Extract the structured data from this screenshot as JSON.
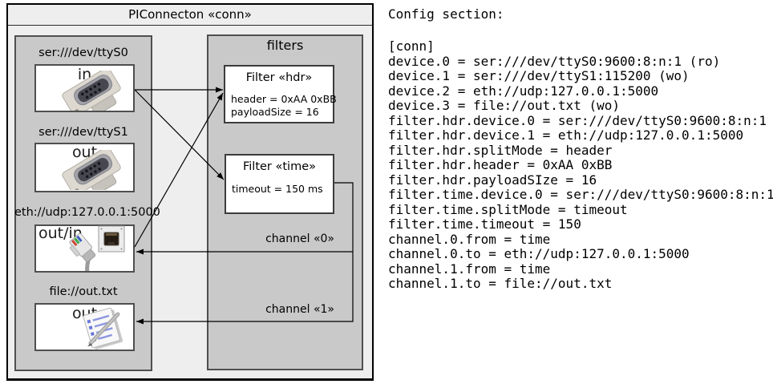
{
  "diagram": {
    "title": "PIConnecton «conn»",
    "devices_panel": {
      "devices": [
        {
          "label": "ser:///dev/ttyS0",
          "direction": "in",
          "icon": "serial-connector-icon"
        },
        {
          "label": "ser:///dev/ttyS1",
          "direction": "out",
          "icon": "serial-connector-icon"
        },
        {
          "label": "eth://udp:127.0.0.1:5000",
          "direction": "out/in",
          "icon": "ethernet-connector-icon"
        },
        {
          "label": "file://out.txt",
          "direction": "out",
          "icon": "notepad-icon"
        }
      ]
    },
    "filters_panel": {
      "title": "filters",
      "filters": [
        {
          "title": "Filter «hdr»",
          "properties": [
            "header = 0xAA 0xBB",
            "payloadSize = 16"
          ]
        },
        {
          "title": "Filter «time»",
          "properties": [
            "timeout = 150 ms"
          ]
        }
      ]
    },
    "channels": [
      {
        "label": "channel «0»"
      },
      {
        "label": "channel «1»"
      }
    ],
    "colors": {
      "frame_fill": "#eeeeee",
      "panel_fill": "#c9c9c9",
      "panel_border": "#4f4f4f",
      "line": "#000000"
    }
  },
  "config": {
    "heading": "Config section:",
    "body": "[conn]\ndevice.0 = ser:///dev/ttyS0:9600:8:n:1 (ro)\ndevice.1 = ser:///dev/ttyS1:115200 (wo)\ndevice.2 = eth://udp:127.0.0.1:5000\ndevice.3 = file://out.txt (wo)\nfilter.hdr.device.0 = ser:///dev/ttyS0:9600:8:n:1\nfilter.hdr.device.1 = eth://udp:127.0.0.1:5000\nfilter.hdr.splitMode = header\nfilter.hdr.header = 0xAA 0xBB\nfilter.hdr.payloadSIze = 16\nfilter.time.device.0 = ser:///dev/ttyS0:9600:8:n:1\nfilter.time.splitMode = timeout\nfilter.time.timeout = 150\nchannel.0.from = time\nchannel.0.to = eth://udp:127.0.0.1:5000\nchannel.1.from = time\nchannel.1.to = file://out.txt"
  }
}
